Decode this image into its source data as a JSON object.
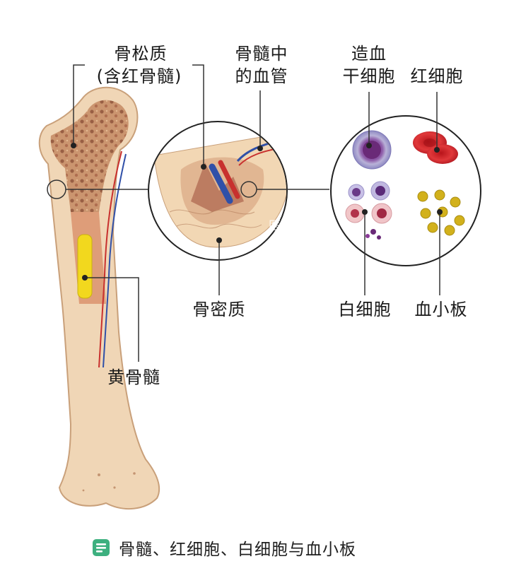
{
  "labels": {
    "cancellous_line1": "骨松质",
    "cancellous_line2": "(含红骨髓)",
    "vessel_line1": "骨髓中",
    "vessel_line2": "的血管",
    "stem_line1": "造血",
    "stem_line2": "干细胞",
    "rbc": "红细胞",
    "compact": "骨密质",
    "wbc": "白细胞",
    "platelet": "血小板",
    "yellow_marrow": "黄骨髓"
  },
  "watermark": "医典",
  "caption": {
    "icon": "document-icon",
    "text": "骨髓、红细胞、白细胞与血小板"
  },
  "colors": {
    "bone": "#f0d6b6",
    "bone_dark": "#d8b088",
    "marrow_red": "#a86a4a",
    "yellow_marrow": "#f2d81e",
    "artery": "#c8302e",
    "vein": "#3050a8",
    "accent": "#3db07f"
  }
}
